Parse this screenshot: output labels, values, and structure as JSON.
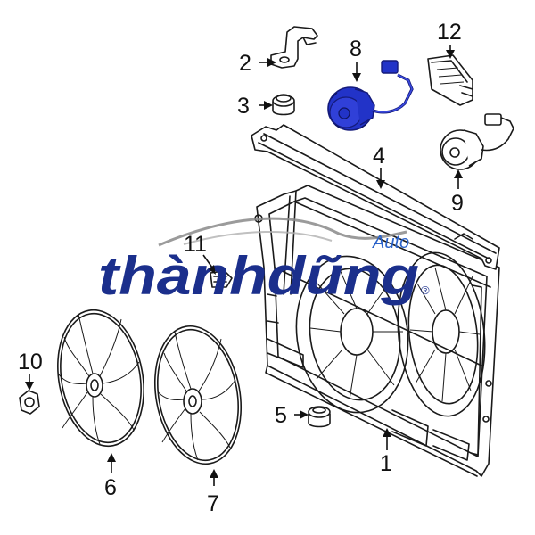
{
  "callouts": {
    "c1": "1",
    "c2": "2",
    "c3": "3",
    "c4": "4",
    "c5": "5",
    "c6": "6",
    "c7": "7",
    "c8": "8",
    "c9": "9",
    "c10": "10",
    "c11": "11",
    "c12": "12"
  },
  "watermark": {
    "brand": "thànhdũng",
    "sub": "Auto",
    "mark": "®",
    "colors": {
      "brand": "#1b2f8c",
      "sub": "#2a62c9",
      "swoosh": "#8a8a8a"
    }
  },
  "colors": {
    "motor_blue": "#2233c8",
    "line": "#1a1a1a"
  }
}
